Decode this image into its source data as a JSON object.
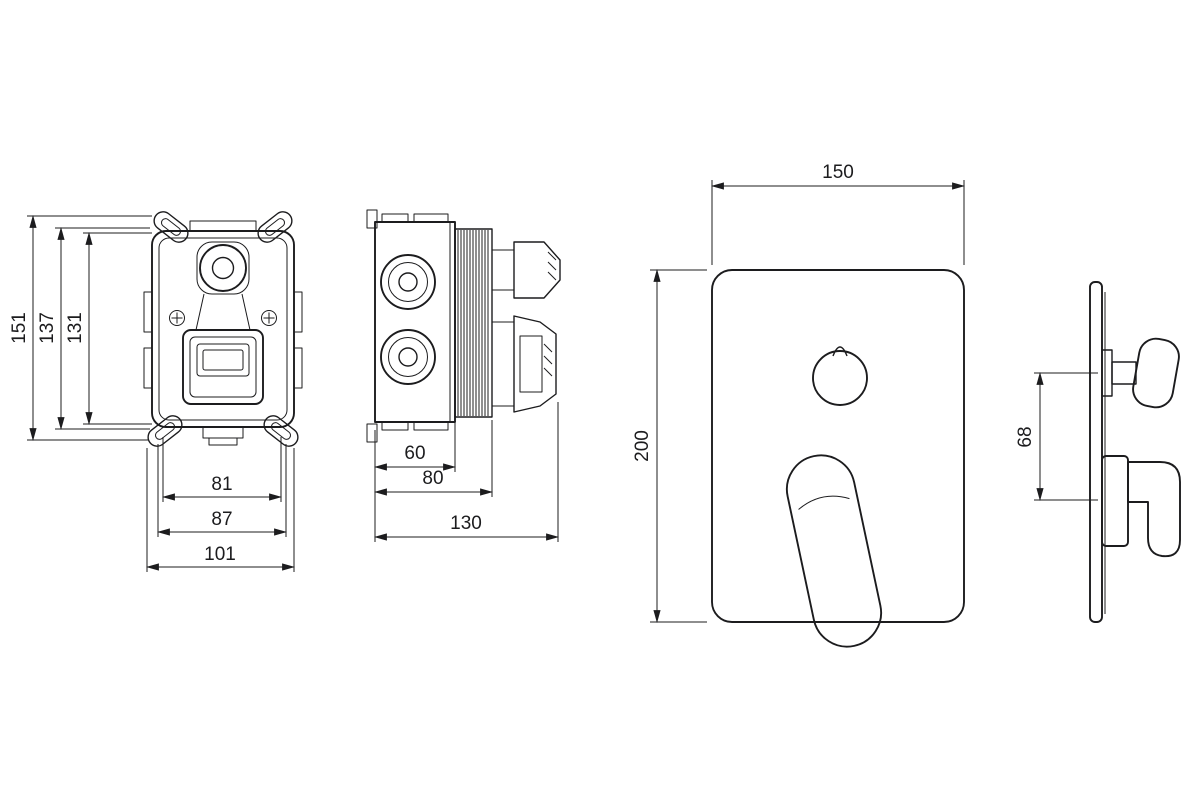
{
  "drawing": {
    "background": "#ffffff",
    "line_color": "#1c1c1e",
    "subject": "concealed-shower-mixer-dimension-drawing",
    "views": {
      "front_box": {
        "dims": {
          "overall_height": "151",
          "mid_height": "137",
          "inner_height": "131",
          "inner_width": "81",
          "mid_width": "87",
          "outer_width": "101"
        }
      },
      "side_box": {
        "dims": {
          "body_depth": "60",
          "adjust_depth": "80",
          "total_depth": "130"
        }
      },
      "trim_front": {
        "dims": {
          "width": "150",
          "height": "200"
        }
      },
      "trim_side": {
        "dims": {
          "handle_spacing": "68"
        }
      }
    }
  }
}
